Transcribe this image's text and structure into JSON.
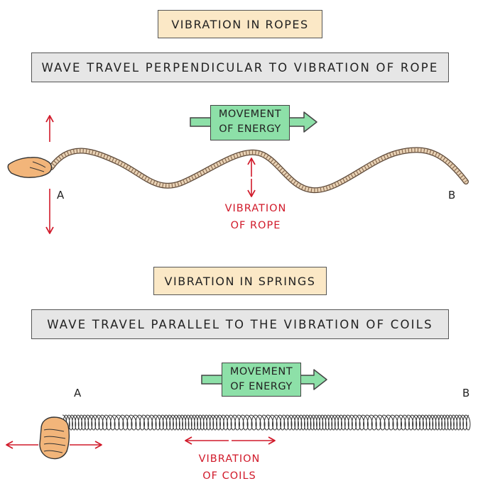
{
  "ropes": {
    "title": "VIBRATION IN ROPES",
    "description": "WAVE TRAVEL PERPENDICULAR TO VIBRATION OF ROPE",
    "energy_line1": "MOVEMENT",
    "energy_line2": "OF ENERGY",
    "end_a": "A",
    "end_b": "B",
    "vibration_line1": "VIBRATION",
    "vibration_line2": "OF ROPE"
  },
  "springs": {
    "title": "VIBRATION IN SPRINGS",
    "description": "WAVE TRAVEL PARALLEL TO THE VIBRATION OF COILS",
    "energy_line1": "MOVEMENT",
    "energy_line2": "OF ENERGY",
    "end_a": "A",
    "end_b": "B",
    "vibration_line1": "VIBRATION",
    "vibration_line2": "OF COILS"
  },
  "colors": {
    "title_fill": "#fbe8c6",
    "description_fill": "#e6e6e6",
    "energy_fill": "#8de0a8",
    "vibration_red": "#d11a2a",
    "rope": "#e8d2b5",
    "hand": "#f2b57a"
  }
}
